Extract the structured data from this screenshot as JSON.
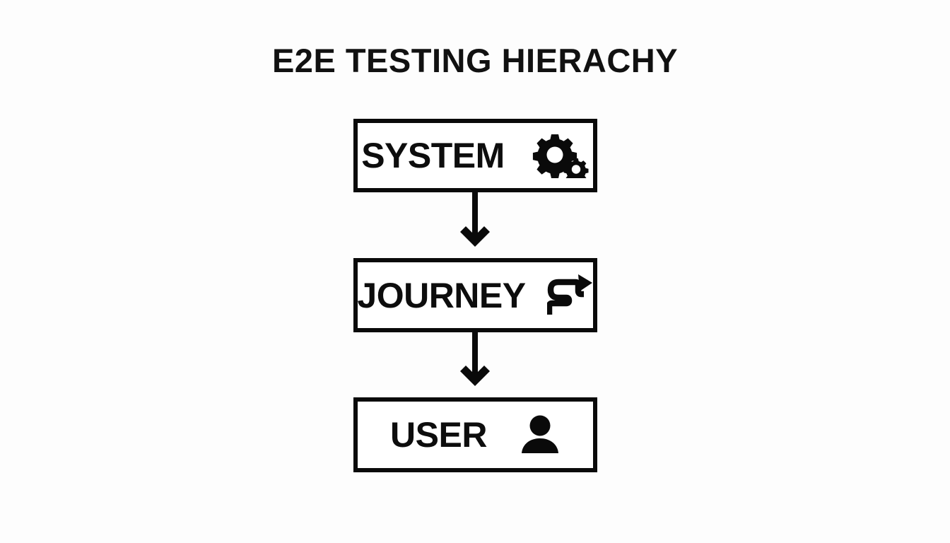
{
  "diagram": {
    "title": "E2E TESTING HIERACHY",
    "background_color": "#fdfdfd",
    "stroke_color": "#0a0a0a",
    "text_color": "#0d0d0d",
    "type": "flowchart-vertical",
    "levels": [
      {
        "id": "system",
        "label": "SYSTEM",
        "icon": "gears-icon",
        "order": 1
      },
      {
        "id": "journey",
        "label": "JOURNEY",
        "icon": "winding-path-arrow-icon",
        "order": 2
      },
      {
        "id": "user",
        "label": "USER",
        "icon": "person-icon",
        "order": 3
      }
    ],
    "connectors": [
      {
        "id": "system-to-journey",
        "from": "system",
        "to": "journey",
        "direction": "down",
        "icon": "arrow-down-icon"
      },
      {
        "id": "journey-to-user",
        "from": "journey",
        "to": "user",
        "direction": "down",
        "icon": "arrow-down-icon"
      }
    ]
  }
}
